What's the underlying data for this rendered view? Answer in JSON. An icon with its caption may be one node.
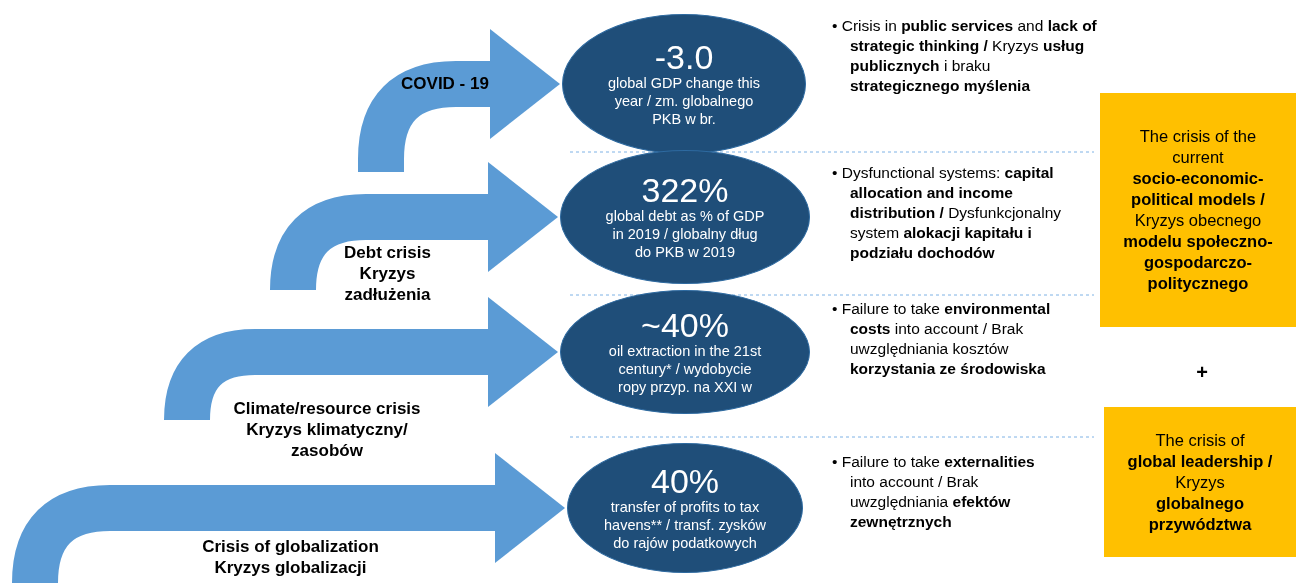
{
  "diagram": {
    "nodes": [
      {
        "text": [
          "-3.0",
          "global GDP change this year / zm. globalnego PKB w br."
        ]
      },
      {
        "text": [
          "322%",
          "global debt as % of GDP in 2019 / globalny dług do PKB w 2019"
        ]
      },
      {
        "text": [
          "~40%",
          "oil extraction in the 21st century* / wydobycie ropy przyp. na XXI w"
        ]
      },
      {
        "text": [
          "40%",
          "transfer of profits to tax havens** / transf. zysków do rajów podatkowych"
        ]
      },
      {
        "text": [
          "The crisis of the current **socio-economic-political models /** Kryzys obecnego **modelu społeczno-gospodarczo-politycznego**"
        ]
      },
      {
        "text": [
          "The crisis of **global leadership /** Kryzys **globalnego przywództwa**"
        ]
      }
    ],
    "edges": [
      {
        "from": null,
        "to": 0,
        "arrow": "to",
        "label": "COVID - 19"
      },
      {
        "from": null,
        "to": 1,
        "arrow": "to",
        "label": "Debt crisis Kryzys zadłużenia"
      },
      {
        "from": null,
        "to": 2,
        "arrow": "to",
        "label": "Climate/resource crisis Kryzys klimatyczny/ zasobów"
      },
      {
        "from": null,
        "to": 3,
        "arrow": "to",
        "label": "Crisis of globalization Kryzys globalizacji"
      }
    ],
    "labels": [
      "• Crisis in **public services** and **lack of strategic thinking  /** Kryzys **usług publicznych** i braku **strategicznego myślenia**",
      "• Dysfunctional systems: **capital allocation and income distribution /** Dysfunkcjonalny system **alokacji kapitału i podziału dochodów**",
      "• Failure to take **environmental costs** into account  / Brak uwzględniania kosztów **korzystania ze środowiska**",
      "• Failure to take **externalities** into account / Brak uwzględniania **efektów zewnętrznych**",
      "+"
    ]
  }
}
